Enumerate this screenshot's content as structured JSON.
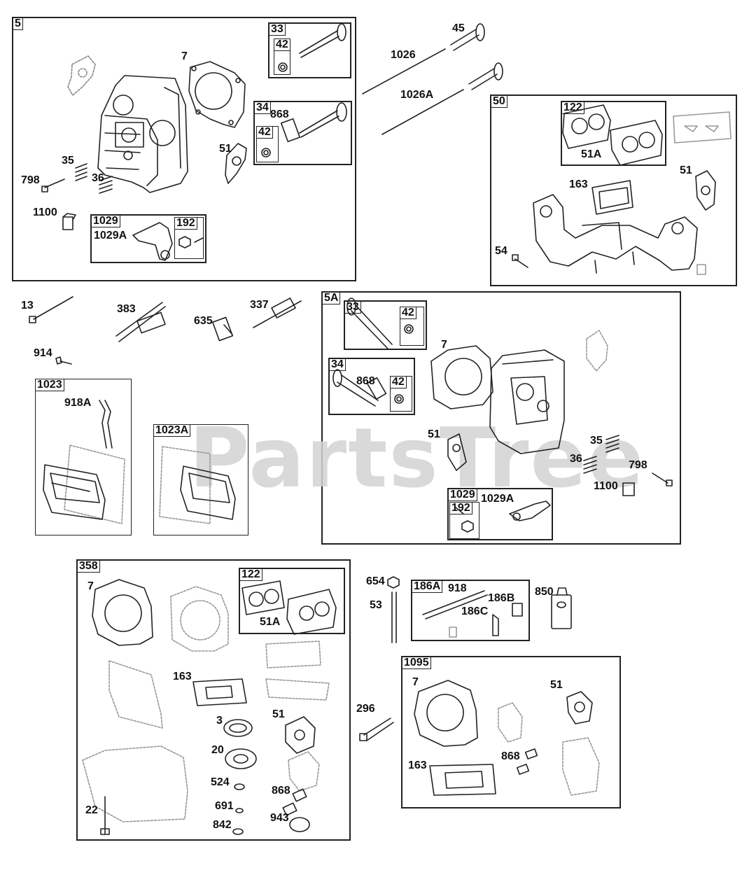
{
  "watermark": "PartsTree",
  "groups": {
    "g5": "5",
    "g33": "33",
    "g42a": "42",
    "g34": "34",
    "g42b": "42",
    "g1029": "1029",
    "g192": "192",
    "g50": "50",
    "g122": "122",
    "g5A": "5A",
    "g33b": "33",
    "g42c": "42",
    "g34b": "34",
    "g42d": "42",
    "g1029b": "1029",
    "g192b": "192",
    "g1023": "1023",
    "g1023A": "1023A",
    "g358": "358",
    "g122b": "122",
    "g186A": "186A",
    "g1095": "1095"
  },
  "labels": {
    "p7a": "7",
    "p868a": "868",
    "p51a": "51",
    "p35a": "35",
    "p798a": "798",
    "p36a": "36",
    "p1100a": "1100",
    "p1029Aa": "1029A",
    "p45": "45",
    "p1026": "1026",
    "p1026A": "1026A",
    "p51Aa": "51A",
    "p163a": "163",
    "p51b": "51",
    "p54": "54",
    "p13": "13",
    "p383": "383",
    "p635": "635",
    "p337": "337",
    "p914": "914",
    "p918A": "918A",
    "p7b": "7",
    "p868b": "868",
    "p51c": "51",
    "p35b": "35",
    "p36b": "36",
    "p798b": "798",
    "p1100b": "1100",
    "p1029Ab": "1029A",
    "p7c": "7",
    "p51Ab": "51A",
    "p163b": "163",
    "p3": "3",
    "p51d": "51",
    "p20": "20",
    "p524": "524",
    "p868c": "868",
    "p691": "691",
    "p22": "22",
    "p842": "842",
    "p943": "943",
    "p654": "654",
    "p53": "53",
    "p918": "918",
    "p186B": "186B",
    "p186C": "186C",
    "p850": "850",
    "p296": "296",
    "p7d": "7",
    "p51e": "51",
    "p163c": "163",
    "p868d": "868"
  },
  "icons": {
    "valve": "valve-icon",
    "gasket": "gasket-icon",
    "cylinder_head": "cylinder-head-icon",
    "spring": "spring-icon",
    "bolt": "bolt-icon",
    "rocker": "rocker-arm-icon",
    "manifold": "intake-manifold-icon",
    "pushrod": "pushrod-icon",
    "spark_plug": "spark-plug-icon",
    "valve_cover": "valve-cover-icon",
    "sealant": "sealant-tube-icon"
  },
  "colors": {
    "line": "#222222",
    "watermark": "#d3d3d3",
    "faint": "#8a8a8a"
  }
}
